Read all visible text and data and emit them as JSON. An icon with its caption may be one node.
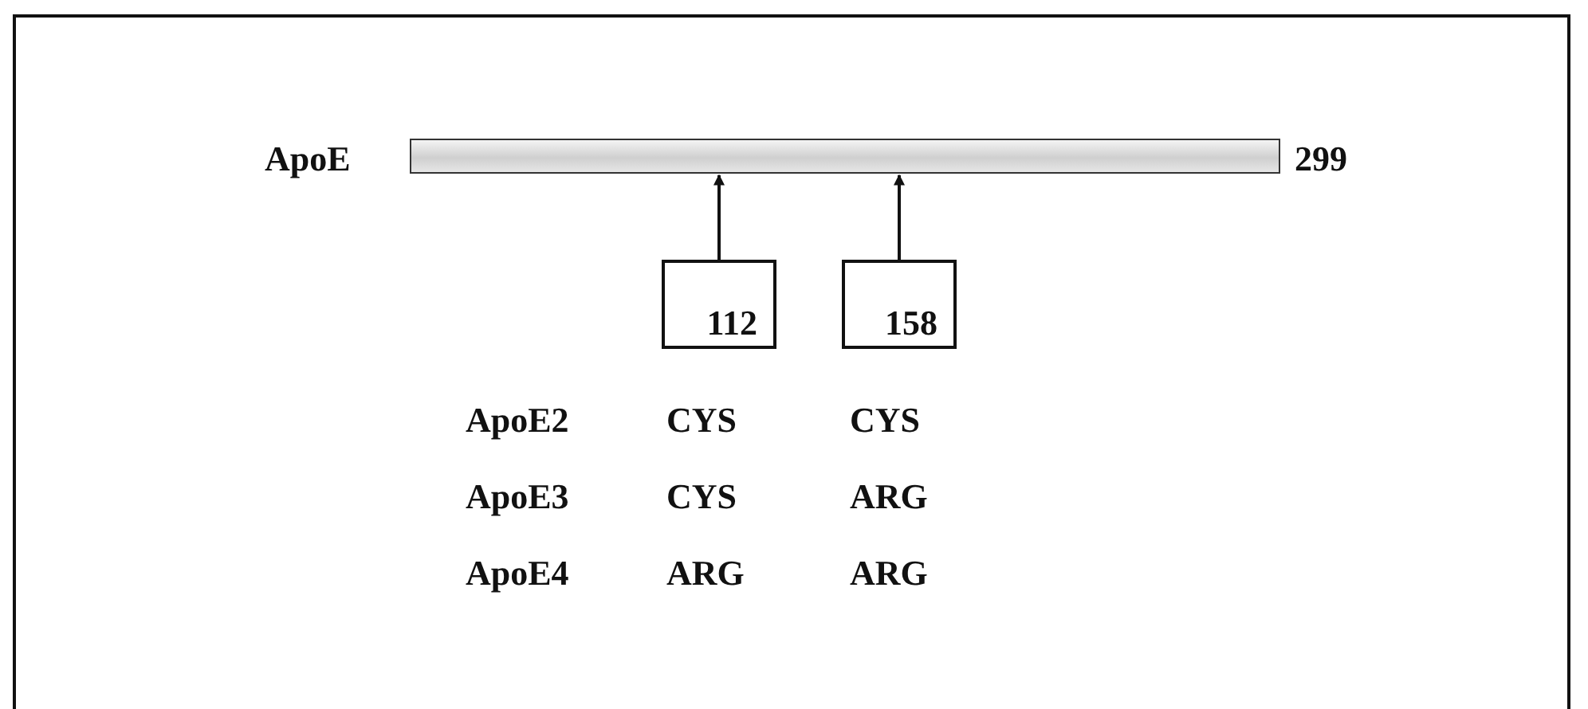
{
  "diagram": {
    "nodes": [
      {
        "text": [],
        "shape": "bar",
        "beside": [
          "ApoE",
          "299"
        ]
      },
      {
        "text": [
          "112"
        ]
      },
      {
        "text": [
          "158"
        ]
      }
    ],
    "edges": [
      {
        "from": 1,
        "to": 0,
        "arrow": "to"
      },
      {
        "from": 2,
        "to": 0,
        "arrow": "to"
      }
    ],
    "labels": [
      "ApoE2",
      "CYS",
      "CYS",
      "ApoE3",
      "CYS",
      "ARG",
      "ApoE4",
      "ARG",
      "ARG"
    ]
  }
}
